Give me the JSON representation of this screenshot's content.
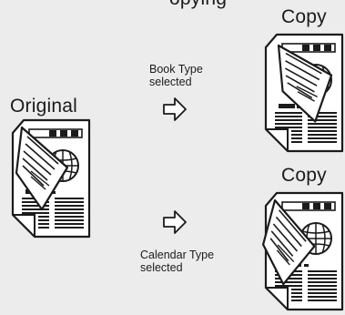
{
  "title_partial": "opying",
  "original_label": "Original",
  "copy_top_label": "Copy",
  "copy_bottom_label": "Copy",
  "book_type": {
    "line1": "Book Type",
    "line2": "selected"
  },
  "calendar_type": {
    "line1": "Calendar Type",
    "line2": "selected"
  },
  "colors": {
    "background": "#ececec",
    "ink": "#1b1b1b",
    "paper": "#ffffff"
  }
}
